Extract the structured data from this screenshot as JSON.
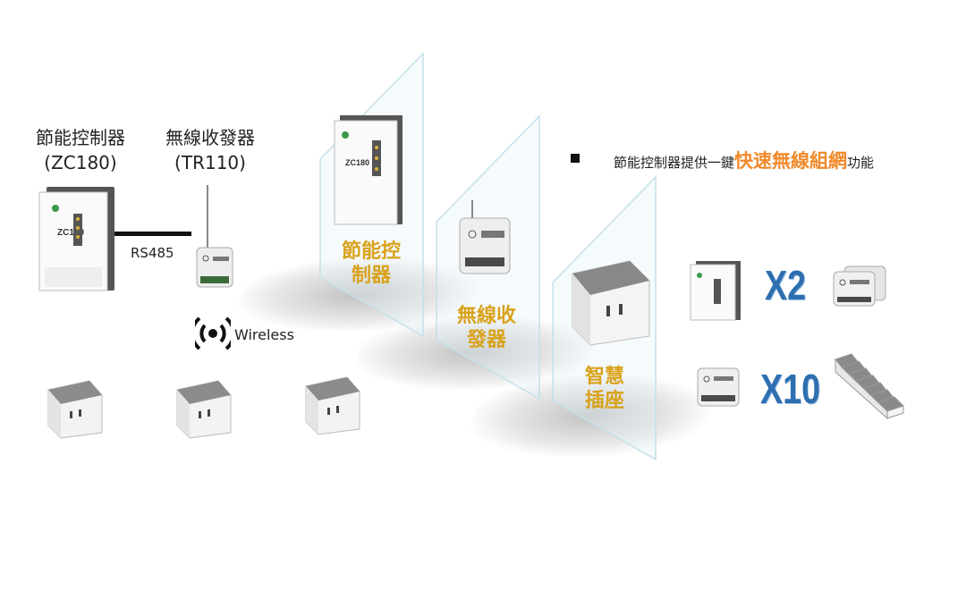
{
  "left": {
    "controller_title": "節能控制器",
    "controller_model": "(ZC180)",
    "receiver_title": "無線收發器",
    "receiver_model": "(TR110)",
    "link_label": "RS485",
    "wireless_label": "Wireless"
  },
  "panels": {
    "controller": "節能控\n制器",
    "receiver": "無線收\n發器",
    "socket": "智慧\n插座"
  },
  "device_text": {
    "controller_logo": "ZC180"
  },
  "feature": {
    "prefix": "節能控制器提供一鍵",
    "highlight": "快速無線組網",
    "suffix": "功能"
  },
  "counts": {
    "controllers": "X2",
    "sockets": "X10"
  },
  "colors": {
    "gold": "#d9a21b",
    "orange": "#f08a2c",
    "blue": "#2e6fb0"
  }
}
